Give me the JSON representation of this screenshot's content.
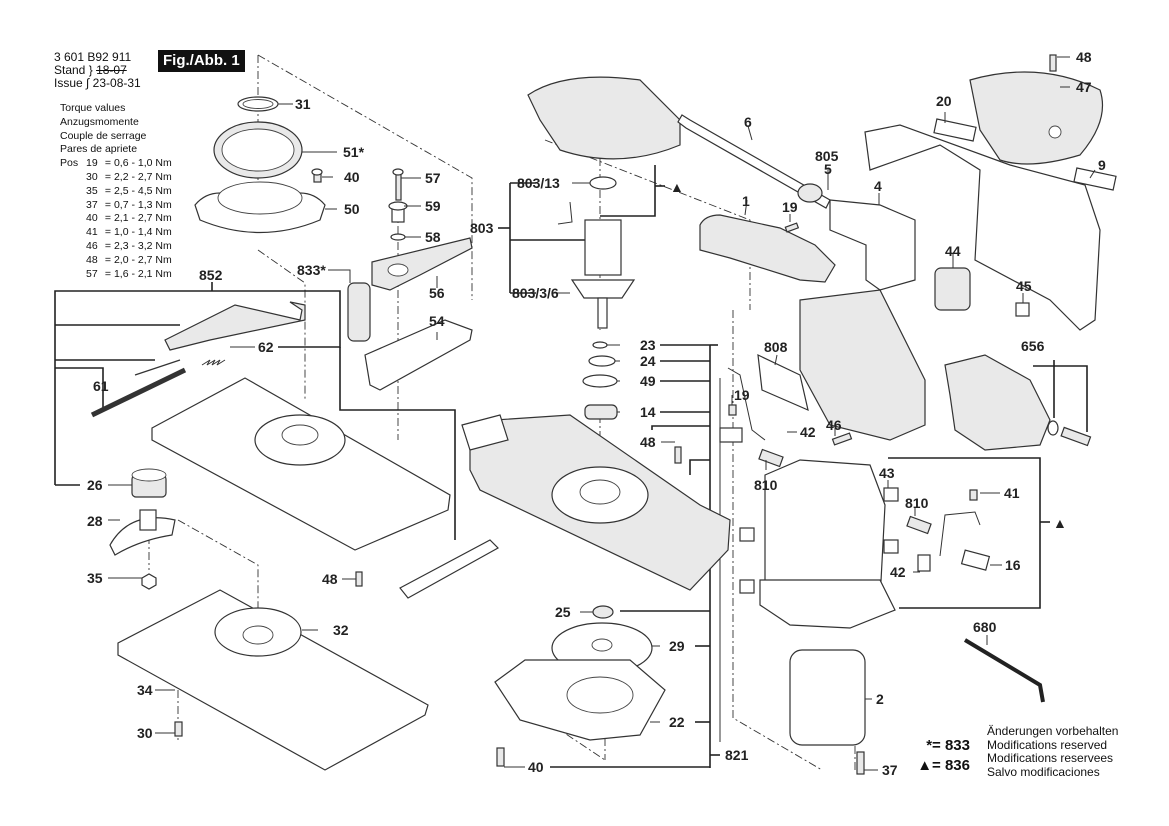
{
  "header": {
    "part_number": "3 601 B92 911",
    "stand_label": "Stand",
    "issue_label": "Issue",
    "old_date": "18-07",
    "issue_date": "23-08-31",
    "figure": "Fig./Abb. 1"
  },
  "torque": {
    "titles": [
      "Torque values",
      "Anzugsmomente",
      "Couple de serrage",
      "Pares de apriete"
    ],
    "rows": [
      {
        "prefix": "Pos",
        "pos": "19",
        "value": "0,6 - 1,0 Nm"
      },
      {
        "prefix": "",
        "pos": "30",
        "value": "2,2 - 2,7 Nm"
      },
      {
        "prefix": "",
        "pos": "35",
        "value": "2,5 - 4,5 Nm"
      },
      {
        "prefix": "",
        "pos": "37",
        "value": "0,7 - 1,3 Nm"
      },
      {
        "prefix": "",
        "pos": "40",
        "value": "2,1 - 2,7 Nm"
      },
      {
        "prefix": "",
        "pos": "41",
        "value": "1,0 - 1,4 Nm"
      },
      {
        "prefix": "",
        "pos": "46",
        "value": "2,3 - 3,2 Nm"
      },
      {
        "prefix": "",
        "pos": "48",
        "value": "2,0 - 2,7 Nm"
      },
      {
        "prefix": "",
        "pos": "57",
        "value": "1,6 - 2,1 Nm"
      }
    ]
  },
  "legend": {
    "star": "*= 833",
    "triangle": "▲= 836",
    "notes": [
      "Änderungen vorbehalten",
      "Modifications reserved",
      "Modifications reservees",
      "Salvo modificaciones"
    ]
  },
  "callouts": {
    "p31": "31",
    "p51": "51*",
    "p40a": "40",
    "p50": "50",
    "p57": "57",
    "p59": "59",
    "p58": "58",
    "p833": "833*",
    "p56": "56",
    "p54": "54",
    "p852": "852",
    "p62": "62",
    "p61": "61",
    "p26": "26",
    "p28": "28",
    "p35": "35",
    "p48a": "48",
    "p32": "32",
    "p34": "34",
    "p30": "30",
    "p803_13": "803/13",
    "p803": "803",
    "p803_3_6": "803/3/6",
    "tri1": "▲",
    "p23": "23",
    "p24": "24",
    "p49": "49",
    "p14": "14",
    "p48b": "48",
    "p25": "25",
    "p29": "29",
    "p22": "22",
    "p821": "821",
    "p40b": "40",
    "p6": "6",
    "p805": "805",
    "p5": "5",
    "p4": "4",
    "p1": "1",
    "p19a": "19",
    "p20": "20",
    "p48c": "48",
    "p47": "47",
    "p9": "9",
    "p44": "44",
    "p45": "45",
    "p808": "808",
    "p19b": "19",
    "p42a": "42",
    "p46": "46",
    "p810a": "810",
    "p656": "656",
    "p43": "43",
    "p810b": "810",
    "p41": "41",
    "tri2": "▲",
    "p42b": "42",
    "p16": "16",
    "p680": "680",
    "p2": "2",
    "p37": "37"
  }
}
